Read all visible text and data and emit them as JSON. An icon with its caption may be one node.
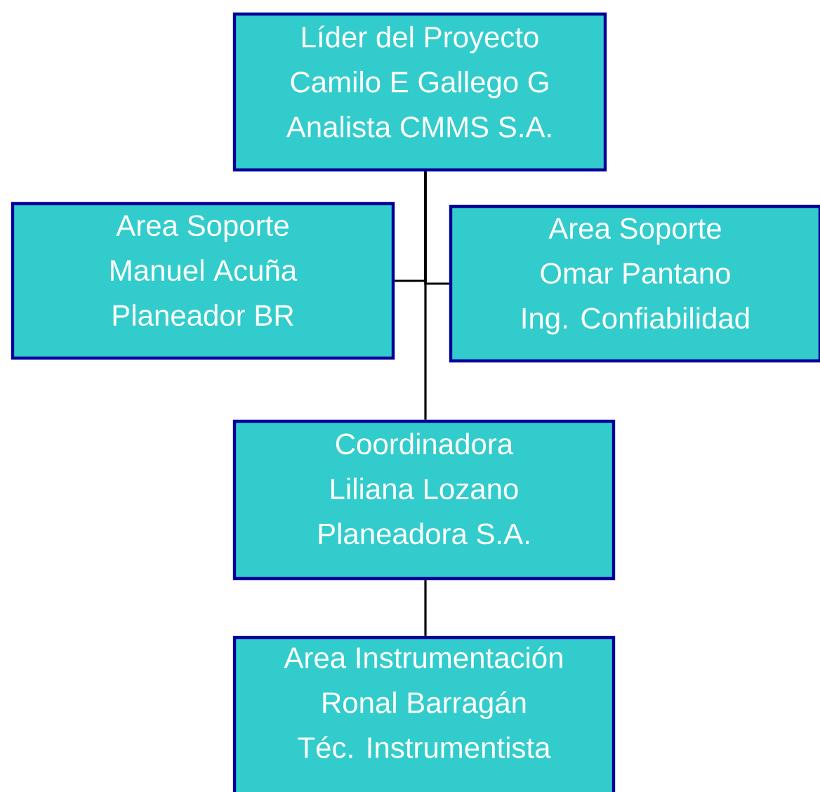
{
  "diagram": {
    "nodes": [
      {
        "text": [
          "Líder del Proyecto",
          "Camilo E Gallego G",
          "Analista CMMS S.A."
        ]
      },
      {
        "text": [
          "Area Soporte",
          "Manuel Acuña",
          "Planeador BR"
        ]
      },
      {
        "text": [
          "Area Soporte",
          "Omar Pantano",
          "Ing. Confiabilidad"
        ]
      },
      {
        "text": [
          "Coordinadora",
          "Liliana Lozano",
          "Planeadora S.A."
        ]
      },
      {
        "text": [
          "Area Instrumentación",
          "Ronal Barragán",
          "Téc. Instrumentista"
        ]
      }
    ],
    "edges": [
      {
        "from": 0,
        "to": 1,
        "arrow": "none"
      },
      {
        "from": 0,
        "to": 2,
        "arrow": "none"
      },
      {
        "from": 0,
        "to": 3,
        "arrow": "none"
      },
      {
        "from": 3,
        "to": 4,
        "arrow": "none"
      }
    ]
  }
}
